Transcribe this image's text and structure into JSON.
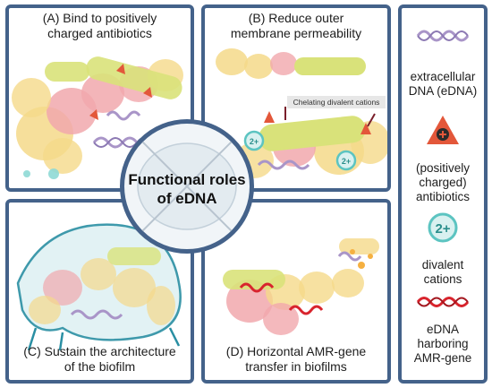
{
  "panels": {
    "a": {
      "line1": "(A) Bind to positively",
      "line2": "charged antibiotics"
    },
    "b": {
      "line1": "(B) Reduce outer",
      "line2": "membrane permeability",
      "callout": "Chelating divalent cations",
      "ion_label": "2+"
    },
    "c": {
      "line1": "(C) Sustain the architecture",
      "line2": "of the biofilm"
    },
    "d": {
      "line1": "(D) Horizontal AMR-gene",
      "line2": "transfer in biofilms"
    }
  },
  "center": {
    "line1": "Functional roles",
    "line2": "of eDNA"
  },
  "legend": {
    "edna": {
      "line1": "extracellular",
      "line2": "DNA (eDNA)"
    },
    "antibiotic": {
      "line1": "(positively",
      "line2": "charged)",
      "line3": "antibiotics"
    },
    "cation": {
      "symbol": "2+",
      "line1": "divalent",
      "line2": "cations"
    },
    "amr": {
      "line1": "eDNA",
      "line2": "harboring",
      "line3": "AMR-gene"
    }
  },
  "colors": {
    "frame": "#44628a",
    "bacteria_pink": "#f1a8ad",
    "bacteria_yellow": "#f5d98a",
    "bacteria_green": "#d9e27a",
    "dna": "#a995c8",
    "antibiotic": "#e3573a",
    "cation": "#5cc4c1",
    "amr_dna": "#d8242d"
  }
}
